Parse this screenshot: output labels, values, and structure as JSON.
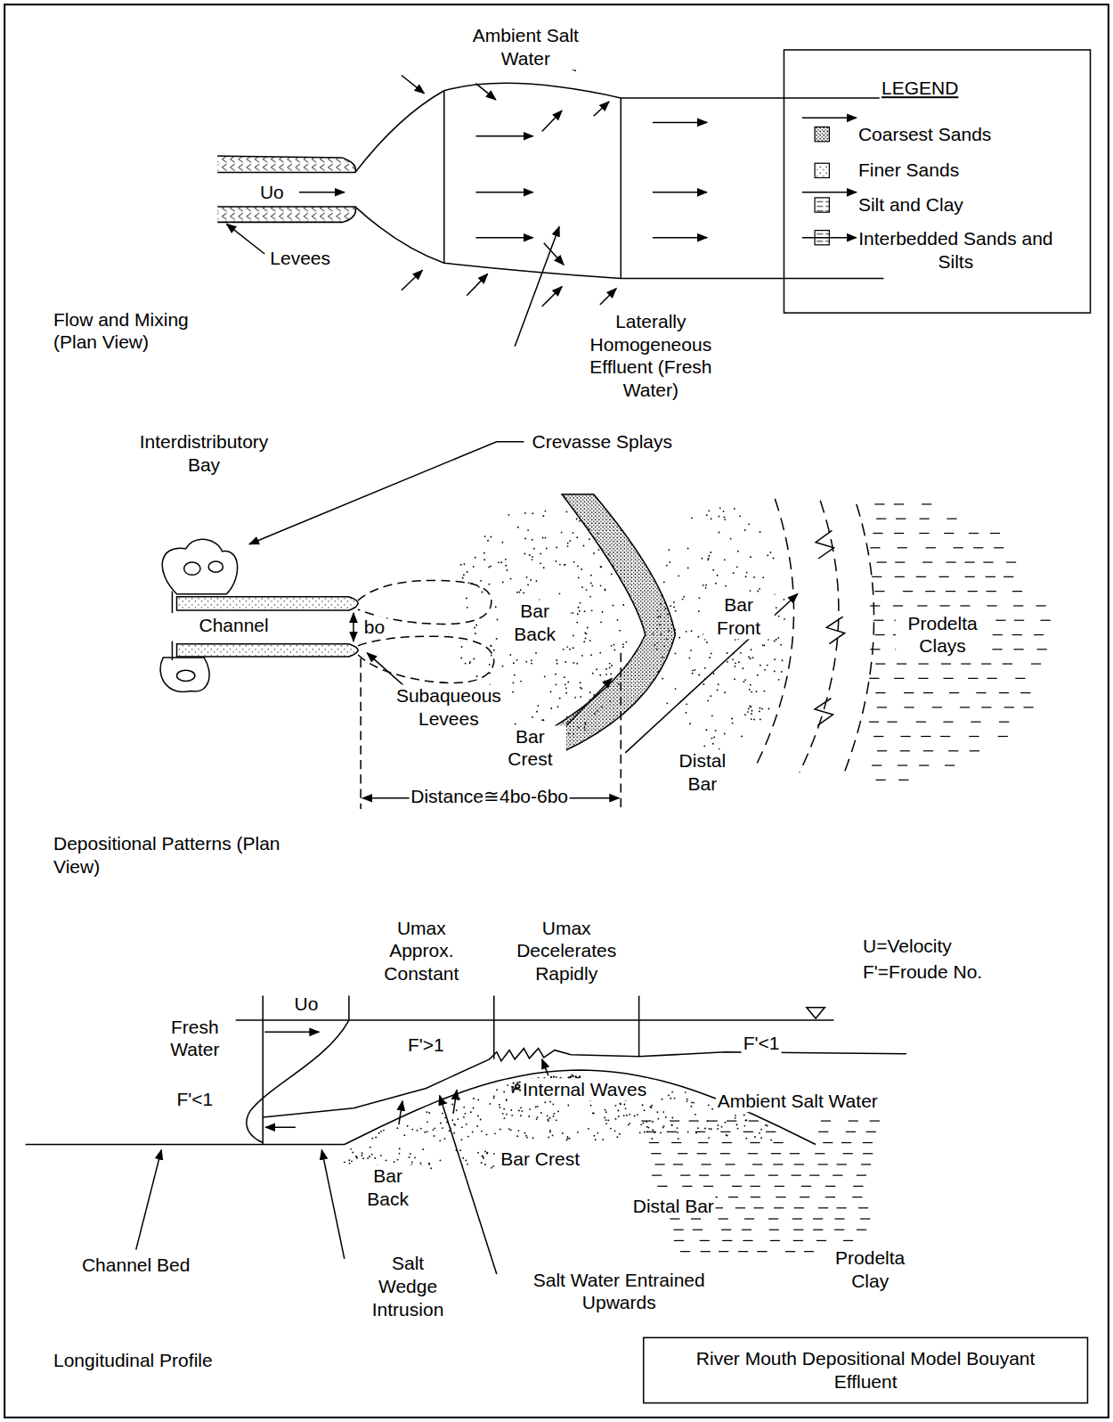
{
  "diagram": {
    "title": "River Mouth Depositional Model Bouyant Effluent",
    "labels": [
      "Ambient Salt Water",
      "Uo",
      "Levees",
      "Laterally Homogeneous Effluent (Fresh Water)",
      "Flow and Mixing (Plan View)",
      "Interdistributory Bay",
      "Crevasse Splays",
      "Channel",
      "bo",
      "Bar Back",
      "Bar Front",
      "Subaqueous Levees",
      "Bar Crest",
      "Distal Bar",
      "Prodelta Clays",
      "Distance≅4bo-6bo",
      "Depositional Patterns (Plan View)",
      "Umax Approx. Constant",
      "Umax Decelerates Rapidly",
      "Uo",
      "U=Velocity",
      "F'=Froude No.",
      "Fresh Water",
      "F'>1",
      "F'<1",
      "F'<1",
      "Internal Waves",
      "Ambient Salt Water",
      "Bar Crest",
      "Bar Back",
      "Distal Bar",
      "Prodelta Clay",
      "Channel Bed",
      "Salt Wedge Intrusion",
      "Salt Water Entrained Upwards",
      "Longitudinal Profile",
      "LEGEND"
    ],
    "legend": [
      {
        "text": "Coarsest Sands"
      },
      {
        "text": "Finer Sands"
      },
      {
        "text": "Silt and Clay"
      },
      {
        "text": "Interbedded Sands and Silts"
      }
    ]
  }
}
